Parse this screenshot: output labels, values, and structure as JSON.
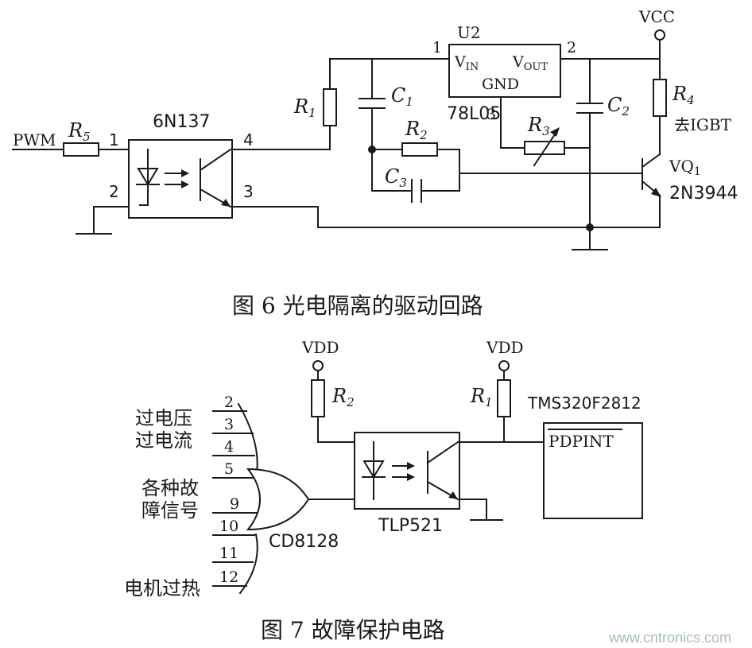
{
  "colors": {
    "ink": "#1a1a1a",
    "watermark": "#a8c0b0"
  },
  "figure6": {
    "caption": "图 6  光电隔离的驱动回路",
    "input_label": "PWM",
    "r5": {
      "letter": "R",
      "sub": "5"
    },
    "optocoupler": "6N137",
    "opto_pins": [
      "1",
      "2",
      "4",
      "3"
    ],
    "regulator_name": "U2",
    "regulator_part": "78L05",
    "reg_pins": [
      "1",
      "2",
      "3"
    ],
    "vin": {
      "main": "V",
      "sub": "IN"
    },
    "vout": {
      "main": "V",
      "sub": "OUT"
    },
    "gnd": "GND",
    "r1": {
      "letter": "R",
      "sub": "1"
    },
    "c1": {
      "letter": "C",
      "sub": "1"
    },
    "r2": {
      "letter": "R",
      "sub": "2"
    },
    "r3": {
      "letter": "R",
      "sub": "3"
    },
    "c3": {
      "letter": "C",
      "sub": "3"
    },
    "c2": {
      "letter": "C",
      "sub": "2"
    },
    "r4": {
      "letter": "R",
      "sub": "4"
    },
    "supply": "VCC",
    "output_label": "去IGBT",
    "transistor": {
      "main": "VQ",
      "sub": "1"
    },
    "transistor_part": "2N3944"
  },
  "figure7": {
    "caption": "图 7  故障保护电路",
    "supply_left": "VDD",
    "supply_right": "VDD",
    "r2": {
      "letter": "R",
      "sub": "2"
    },
    "r1": {
      "letter": "R",
      "sub": "1"
    },
    "dsp": "TMS320F2812",
    "dsp_pin": "PDPINT",
    "optocoupler": "TLP521",
    "gate": "CD8128",
    "fault_labels": [
      "过电压",
      "过电流",
      "各种故",
      "障信号",
      "电机过热"
    ],
    "pins": [
      "2",
      "3",
      "4",
      "5",
      "9",
      "10",
      "11",
      "12"
    ]
  },
  "watermark": "www.cntronics.com"
}
